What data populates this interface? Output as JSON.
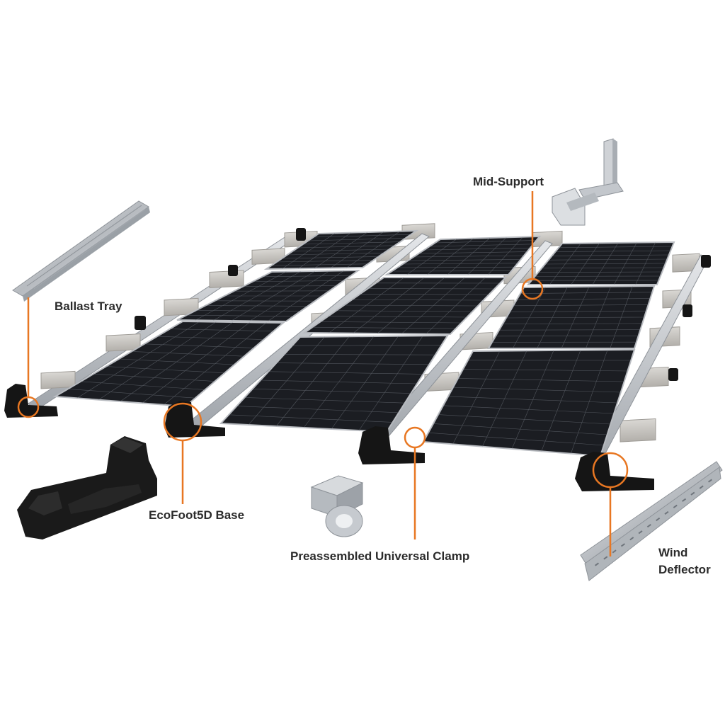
{
  "colors": {
    "callout": "#E87722",
    "panel": "#1b1d22",
    "cell_line": "#8a8f98",
    "frame": "#b9bcc1",
    "ballast_block": "#c9c7c3",
    "base": "#151515",
    "rail": "#c8ccd1"
  },
  "callouts": {
    "ballast_tray": "Ballast Tray",
    "mid_support": "Mid-Support",
    "ecofoot_base": "EcoFoot5D Base",
    "universal_clamp": "Preassembled Universal Clamp",
    "wind_deflector_line1": "Wind",
    "wind_deflector_line2": "Deflector"
  },
  "icons": [
    "ballast-tray-icon",
    "mid-support-icon",
    "ecofoot-base-icon",
    "universal-clamp-icon",
    "wind-deflector-icon"
  ]
}
